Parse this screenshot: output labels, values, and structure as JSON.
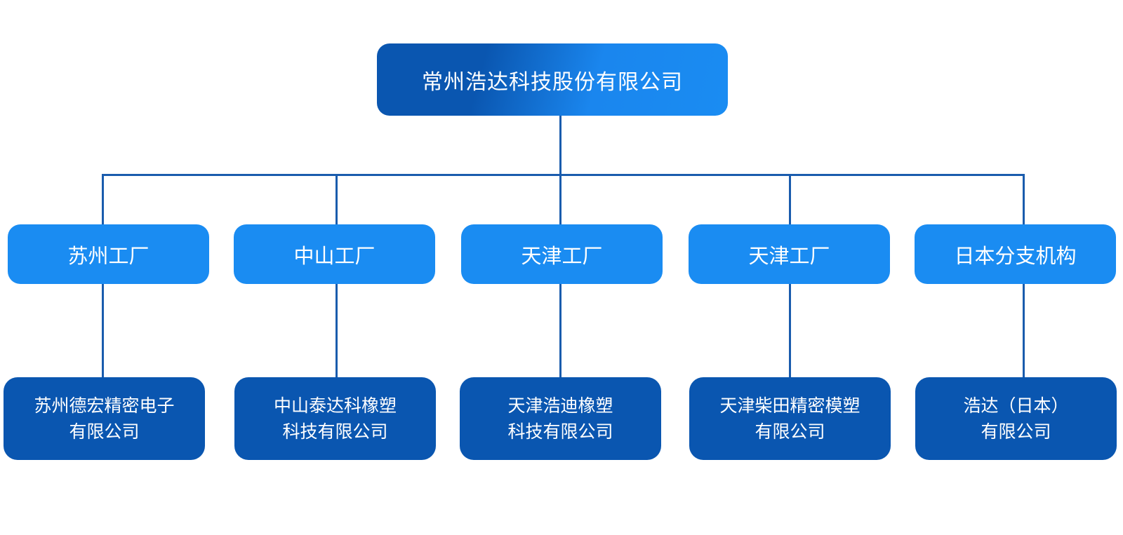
{
  "root": {
    "label": "常州浩达科技股份有限公司"
  },
  "branches": [
    {
      "label": "苏州工厂",
      "subsidiary": {
        "line1": "苏州德宏精密电子",
        "line2": "有限公司"
      }
    },
    {
      "label": "中山工厂",
      "subsidiary": {
        "line1": "中山泰达科橡塑",
        "line2": "科技有限公司"
      }
    },
    {
      "label": "天津工厂",
      "subsidiary": {
        "line1": "天津浩迪橡塑",
        "line2": "科技有限公司"
      }
    },
    {
      "label": "天津工厂",
      "subsidiary": {
        "line1": "天津柴田精密模塑",
        "line2": "有限公司"
      }
    },
    {
      "label": "日本分支机构",
      "subsidiary": {
        "line1": "浩达（日本）",
        "line2": "有限公司"
      }
    }
  ],
  "colors": {
    "line": "#1a5cad",
    "root_dark": "#0a56b0",
    "root_light": "#1a8cf2",
    "branch": "#1a8cf2",
    "subsidiary": "#0a56b0",
    "text": "#ffffff"
  }
}
